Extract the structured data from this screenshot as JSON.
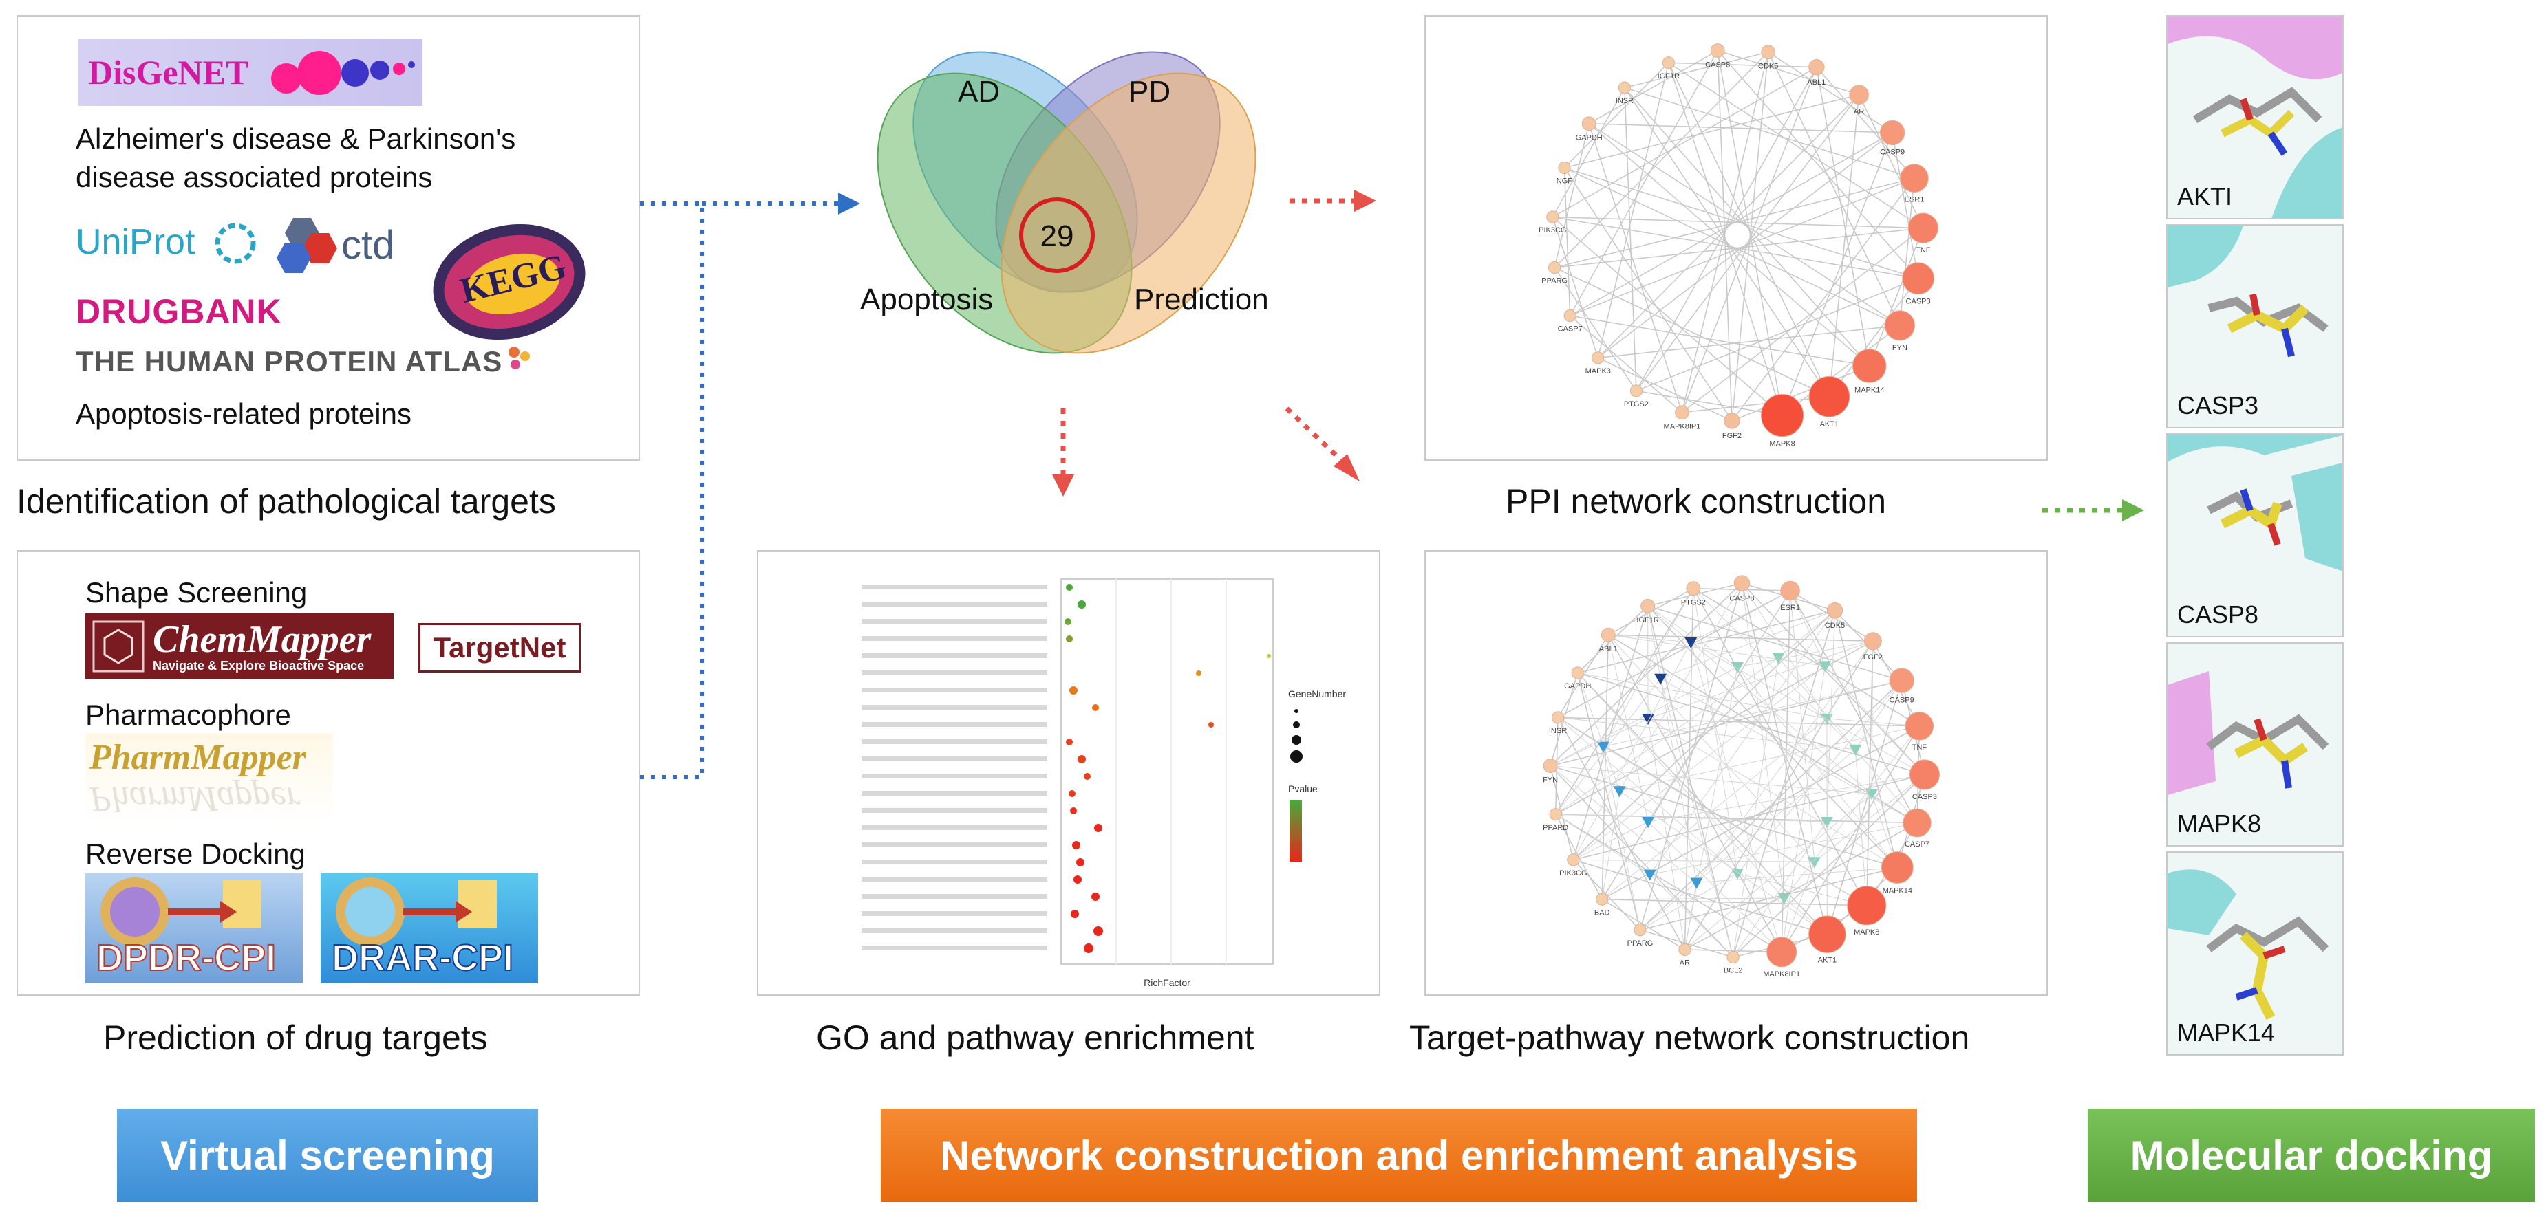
{
  "panels": {
    "pathological": {
      "logos": {
        "disgenet": "DisGeNET",
        "uniprot": "UniProt",
        "ctd": "ctd",
        "drugbank": "DRUGBANK",
        "hpa": "THE HUMAN PROTEIN ATLAS",
        "kegg": "KEGG"
      },
      "desc1": "Alzheimer's disease & Parkinson's disease associated proteins",
      "desc2": "Apoptosis-related proteins",
      "caption": "Identification of pathological targets"
    },
    "drug_targets": {
      "shape_label": "Shape Screening",
      "chemmapper": "ChemMapper",
      "chemmapper_sub": "Navigate & Explore Bioactive Space",
      "targetnet": "TargetNet",
      "pharm_label": "Pharmacophore",
      "pharmmapper": "PharmMapper",
      "docking_label": "Reverse Docking",
      "dpdr": "DPDR-CPI",
      "drar": "DRAR-CPI",
      "caption": "Prediction of drug targets"
    },
    "venn": {
      "sets": [
        "AD",
        "PD",
        "Apoptosis",
        "Prediction"
      ],
      "intersection": "29",
      "colors": {
        "AD": "#6fb4e8",
        "PD": "#8f86cc",
        "Apoptosis": "#69b96a",
        "Prediction": "#f3b56a",
        "ring": "#d42020"
      }
    },
    "enrichment": {
      "caption": "GO and pathway enrichment",
      "xlabel": "RichFactor",
      "legend_count_title": "GeneNumber",
      "legend_p_title": "Pvalue"
    },
    "ppi": {
      "caption": "PPI network construction",
      "nodes": [
        "IGF1R",
        "CASP8",
        "CDK5",
        "ABL1",
        "AR",
        "CASP9",
        "ESR1",
        "TNF",
        "CASP3",
        "FYN",
        "MAPK14",
        "AKT1",
        "MAPK8",
        "FGF2",
        "MAPK8IP1",
        "PTGS2",
        "MAPK3",
        "CASP7",
        "PPARG",
        "PIK3CG",
        "NGF",
        "GAPDH",
        "INSR"
      ]
    },
    "target_pathway": {
      "caption": "Target-pathway network construction",
      "nodes": [
        "IGF1R",
        "PTGS2",
        "CASP8",
        "ESR1",
        "CDK5",
        "FGF2",
        "CASP9",
        "TNF",
        "CASP3",
        "CASP7",
        "MAPK14",
        "MAPK8",
        "AKT1",
        "MAPK8IP1",
        "BCL2",
        "AR",
        "PPARG",
        "BAD",
        "PIK3CG",
        "PPARD",
        "FYN",
        "INSR",
        "GAPDH",
        "ABL1"
      ]
    },
    "docking": {
      "targets": [
        "AKTI",
        "CASP3",
        "CASP8",
        "MAPK8",
        "MAPK14"
      ]
    }
  },
  "stages": [
    {
      "label": "Virtual screening",
      "color": "#4e9ee0"
    },
    {
      "label": "Network construction and enrichment analysis",
      "color": "#f07b1e"
    },
    {
      "label": "Molecular docking",
      "color": "#6ab24a"
    }
  ],
  "arrow_colors": {
    "blue": "#2f6fc4",
    "red": "#e8504a",
    "green": "#6ab24a"
  }
}
